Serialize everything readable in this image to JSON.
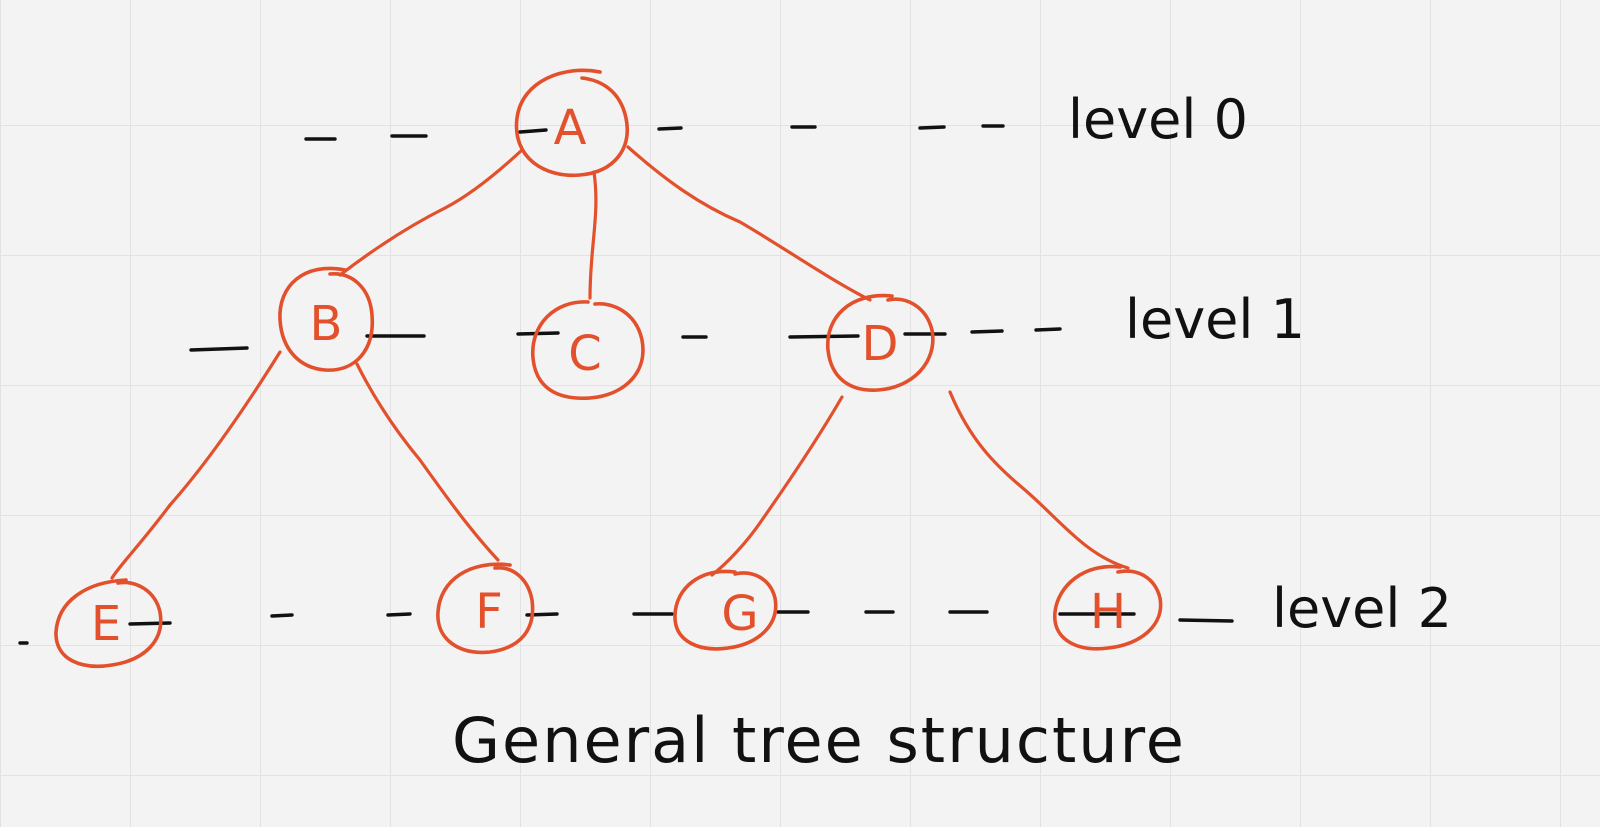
{
  "diagram": {
    "caption": "General tree structure",
    "levels": [
      {
        "id": "level-0",
        "label": "level 0"
      },
      {
        "id": "level-1",
        "label": "level 1"
      },
      {
        "id": "level-2",
        "label": "level 2"
      }
    ],
    "nodes": [
      {
        "id": "A",
        "label": "A",
        "level": 0
      },
      {
        "id": "B",
        "label": "B",
        "level": 1
      },
      {
        "id": "C",
        "label": "C",
        "level": 1
      },
      {
        "id": "D",
        "label": "D",
        "level": 1
      },
      {
        "id": "E",
        "label": "E",
        "level": 2
      },
      {
        "id": "F",
        "label": "F",
        "level": 2
      },
      {
        "id": "G",
        "label": "G",
        "level": 2
      },
      {
        "id": "H",
        "label": "H",
        "level": 2
      }
    ],
    "edges": [
      {
        "from": "A",
        "to": "B"
      },
      {
        "from": "A",
        "to": "C"
      },
      {
        "from": "A",
        "to": "D"
      },
      {
        "from": "B",
        "to": "E"
      },
      {
        "from": "B",
        "to": "F"
      },
      {
        "from": "D",
        "to": "G"
      },
      {
        "from": "D",
        "to": "H"
      }
    ],
    "colors": {
      "node": "#e2502c",
      "ink": "#111111",
      "background": "#f3f3f3",
      "grid": "#e2e2e2"
    }
  }
}
